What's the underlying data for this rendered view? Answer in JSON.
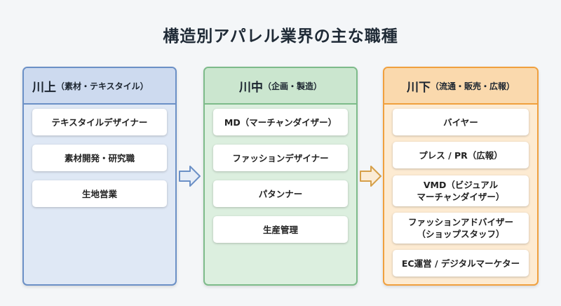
{
  "title": "構造別アパレル業界の主な職種",
  "columns": [
    {
      "main": "川上",
      "sub": "（素材・テキスタイル）",
      "header_color": "#cddaef",
      "border_color": "#6b90c6",
      "body_color": "#dfe8f5",
      "items": [
        "テキスタイルデザイナー",
        "素材開発・研究職",
        "生地営業"
      ]
    },
    {
      "main": "川中",
      "sub": "（企画・製造）",
      "header_color": "#cbe6cf",
      "border_color": "#7dbb8a",
      "body_color": "#dcefdf",
      "items": [
        "MD（マーチャンダイザー）",
        "ファッションデザイナー",
        "パタンナー",
        "生産管理"
      ]
    },
    {
      "main": "川下",
      "sub": "（流通・販売・広報）",
      "header_color": "#fad9ad",
      "border_color": "#f0a03e",
      "body_color": "#fdebd2",
      "items": [
        "バイヤー",
        "プレス / PR（広報）",
        "VMD（ビジュアル\nマーチャンダイザー）",
        "ファッションアドバイザー\n（ショップスタッフ）",
        "EC運営 / デジタルマーケター"
      ]
    }
  ],
  "arrows": [
    {
      "color": "#6b90c6"
    },
    {
      "color": "#d6a04a"
    }
  ]
}
